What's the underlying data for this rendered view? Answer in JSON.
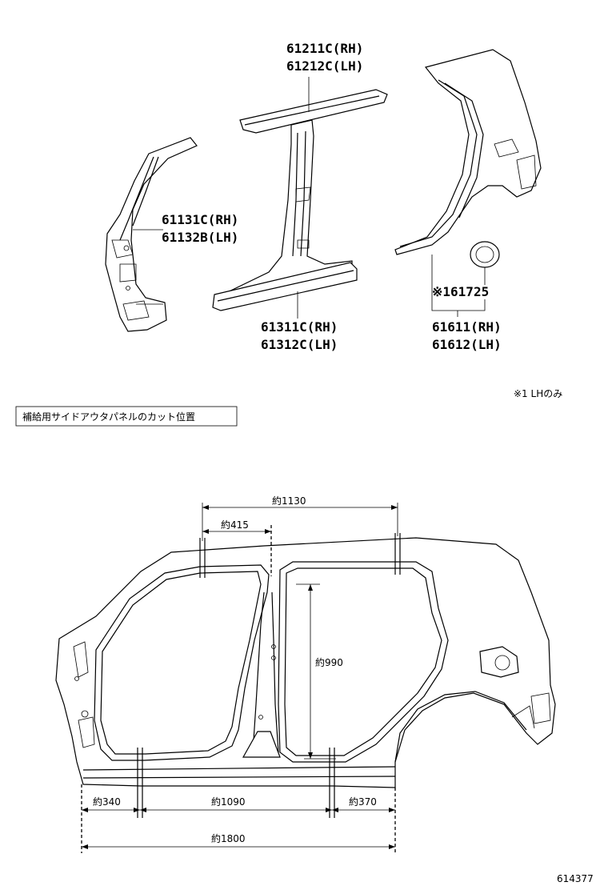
{
  "parts": {
    "roof_rail": [
      "61211C(RH)",
      "61212C(LH)"
    ],
    "front_pillar": [
      "61131C(RH)",
      "61132B(LH)"
    ],
    "center_pillar": [
      "61311C(RH)",
      "61312C(LH)"
    ],
    "quarter_panel": [
      "61611(RH)",
      "61612(LH)"
    ],
    "fuel_lid_housing": "※161725"
  },
  "note_lh_only": "※1 LHのみ",
  "section_title": "補給用サイドアウタパネルのカット位置",
  "dimensions": {
    "top_span": "約1130",
    "front_top": "約415",
    "height": "約990",
    "bottom_front": "約340",
    "bottom_middle": "約1090",
    "bottom_rear": "約370",
    "overall": "約1800"
  },
  "figure_id": "614377"
}
